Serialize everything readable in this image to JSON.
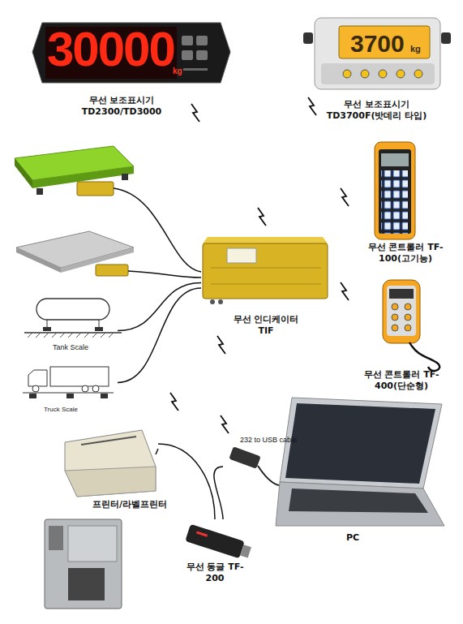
{
  "diagram": {
    "nodes": [
      {
        "text": [
          "30000",
          "kg",
          "무선 보조표시기 TD2300/TD3000"
        ]
      },
      {
        "text": [
          "3700",
          "kg",
          "무선 보조표시기 TD3700F(밧데리 타입)"
        ]
      },
      {
        "text": [
          "무선 인디케이터 TIF"
        ]
      },
      {
        "text": [
          "무선 콘트롤러 TF-100(고기능)"
        ]
      },
      {
        "text": [
          "무선 콘트롤러 TF-400(단순형)"
        ]
      },
      {
        "text": [
          "Tank Scale"
        ]
      },
      {
        "text": [
          "Truck Scale"
        ]
      },
      {
        "text": [
          "프린터/라벨프린터"
        ]
      },
      {
        "text": [
          "무선 동글 TF-200"
        ]
      },
      {
        "text": [
          "PC"
        ]
      }
    ],
    "edges": [
      {
        "from": 5,
        "to": 2,
        "arrow": "none"
      },
      {
        "from": 6,
        "to": 2,
        "arrow": "none"
      },
      {
        "from": 7,
        "to": 8,
        "arrow": "none"
      },
      {
        "from": 9,
        "to": 8,
        "arrow": "none"
      }
    ],
    "labels": [
      "232 to USB cable"
    ]
  }
}
